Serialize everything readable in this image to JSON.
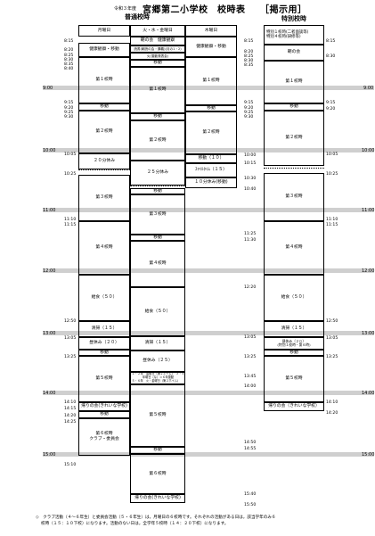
{
  "header": {
    "fiscal_year": "令和３年度",
    "title": "宮郷第二小学校　校時表",
    "tag": "［掲示用］",
    "regular": "普通校時",
    "special": "特別校時"
  },
  "columns": {
    "mon": "月曜日",
    "tuewedfri": "火・水・金曜日",
    "thu": "木曜日",
    "special_a": "特別１校時(二者面談等)",
    "special_b": "特別４校時(研修等)"
  },
  "gray_times": [
    "9:00",
    "10:00",
    "11:00",
    "12:00",
    "13:00",
    "14:00",
    "15:00"
  ],
  "left_times": [
    "8:15",
    "8:20",
    "8:25",
    "8:30",
    "8:35",
    "8:40",
    "9:15",
    "9:20",
    "9:25",
    "9:30",
    "10:05",
    "10:25",
    "11:10",
    "11:15",
    "12:50",
    "13:05",
    "13:25",
    "14:10",
    "14:15",
    "14:20",
    "14:25",
    "15:10"
  ],
  "mid_times": [
    "8:15",
    "8:20",
    "8:25",
    "8:30",
    "8:35",
    "9:15",
    "9:20",
    "9:25",
    "9:30",
    "10:00",
    "10:15",
    "10:30",
    "10:40",
    "11:25",
    "11:30",
    "12:20",
    "13:05",
    "13:25",
    "13:45",
    "14:00",
    "14:50",
    "14:55",
    "15:40",
    "15:50"
  ],
  "right_times": [
    "8:15",
    "8:30",
    "9:15",
    "9:20",
    "10:05",
    "10:25",
    "11:10",
    "11:15",
    "12:50",
    "13:05",
    "13:25",
    "14:10",
    "14:20"
  ],
  "mon": {
    "health": "健康観察・移動",
    "p1": "第１校時",
    "move1": "移動",
    "p2": "第２校時",
    "break20": "２０分休み",
    "p3": "第３校時",
    "p4": "第４校時",
    "lunch": "給食（５０）",
    "clean": "清掃（１５）",
    "rest": "昼休み（２０）",
    "move2": "移動",
    "p5": "第５校時",
    "home": "帰りの会(きれいな学校)",
    "move3": "移動",
    "p6": "第６校時\nクラブ・委員会"
  },
  "mid": {
    "morning": "朝の会　健康観察",
    "reading": "読書(朝読の会・講義)(月の1・2)",
    "mon": "火(運動発表会)",
    "move0": "移動",
    "p1": "第１校時",
    "move1": "移動",
    "p2": "第２校時",
    "break25": "２５分休み",
    "move2": "移動",
    "p3": "第３校時",
    "move3": "移動",
    "p4": "第４校時",
    "lunch": "給食（５０）",
    "clean": "清掃（１５）",
    "rest": "昼休み（２５）",
    "note1": "１・２年　金曜日（第２ホイム）　３・４年曜日（な）＝６年運動",
    "note2": "５・６年　火・金曜日（第２ホイム）",
    "p5": "第５校時",
    "move4": "移動",
    "p6": "第６校時",
    "home": "帰りの会(きれいな学校)"
  },
  "thu": {
    "health": "健康観察・移動",
    "p1": "第１校時",
    "move1": "移動",
    "move10": "移動（１０）",
    "smile": "ｽﾏｲﾙﾀｲﾑ（１５）",
    "break10": "１０分休み(移動)"
  },
  "special": {
    "morning": "朝の会",
    "p1": "第１校時",
    "move1": "移動",
    "p2": "第２校時",
    "p3": "第３校時",
    "p4": "第４校時",
    "lunch": "給食（５０）",
    "clean": "清掃（１５）",
    "rest": "昼休み（２０）\n(特別１校時・第６時)",
    "move2": "移動",
    "home": "帰りの会（きれいな学校）"
  },
  "footer": {
    "line1": "◇　クラブ活動（４〜６年生）と委員会活動（５・６年生）は，月曜日の６校時です。それぞれの活動がある日は，該当学年のみ６",
    "line2": "校時（１５：１０下校）になります。活動のない日は，全学年５校時（１４：２０下校）になります。"
  }
}
